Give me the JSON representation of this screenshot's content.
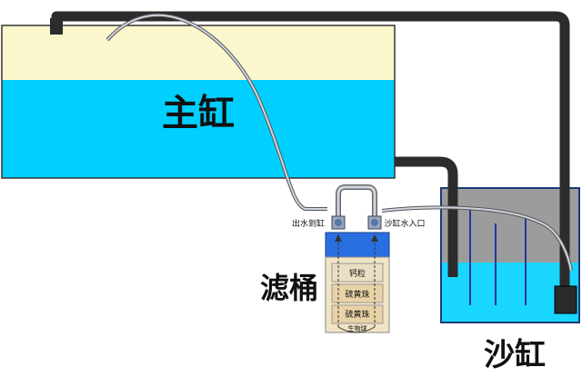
{
  "labels": {
    "main_tank": "主缸",
    "canister": "滤桶",
    "sump": "沙缸",
    "outlet_to_tank": "出水到缸",
    "sump_inlet": "沙缸水入口"
  },
  "filter_layers": [
    "钙粒",
    "硫黄珠",
    "硫黄珠",
    "生物球"
  ],
  "colors": {
    "main_tank_top": "#fbf7cc",
    "main_tank_water": "#00cfff",
    "sump_water": "#19d6ff",
    "sump_air": "#9c9c9c",
    "pipe": "#2c2c2c",
    "canister_cap": "#2a6fe0",
    "canister_body": "#f1e4c4",
    "canister_valve": "#5577aa"
  }
}
